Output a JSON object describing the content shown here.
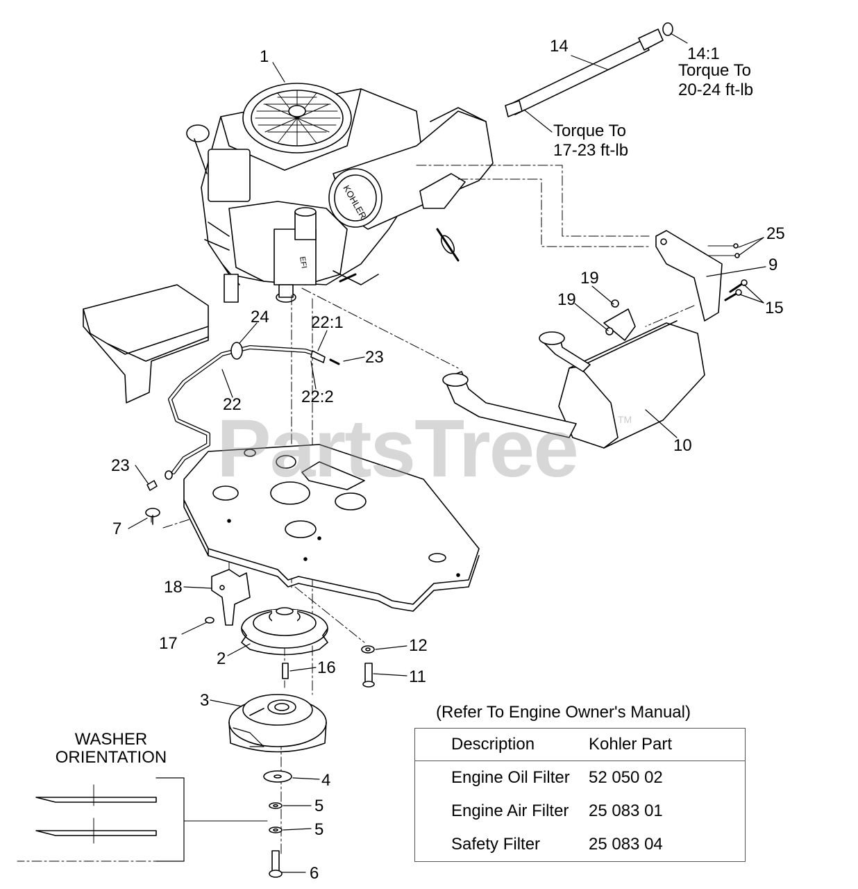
{
  "watermark": "PartsTree",
  "watermark_tm": "TM",
  "callouts": [
    {
      "id": "c1",
      "text": "1"
    },
    {
      "id": "c14",
      "text": "14"
    },
    {
      "id": "c14_1",
      "text": "14:1"
    },
    {
      "id": "c25",
      "text": "25"
    },
    {
      "id": "c9",
      "text": "9"
    },
    {
      "id": "c19a",
      "text": "19"
    },
    {
      "id": "c19b",
      "text": "19"
    },
    {
      "id": "c15",
      "text": "15"
    },
    {
      "id": "c24",
      "text": "24"
    },
    {
      "id": "c22_1",
      "text": "22:1"
    },
    {
      "id": "c23a",
      "text": "23"
    },
    {
      "id": "c22",
      "text": "22"
    },
    {
      "id": "c22_2",
      "text": "22:2"
    },
    {
      "id": "c10",
      "text": "10"
    },
    {
      "id": "c23b",
      "text": "23"
    },
    {
      "id": "c7",
      "text": "7"
    },
    {
      "id": "c18",
      "text": "18"
    },
    {
      "id": "c17",
      "text": "17"
    },
    {
      "id": "c2",
      "text": "2"
    },
    {
      "id": "c16",
      "text": "16"
    },
    {
      "id": "c12",
      "text": "12"
    },
    {
      "id": "c11",
      "text": "11"
    },
    {
      "id": "c3",
      "text": "3"
    },
    {
      "id": "c4",
      "text": "4"
    },
    {
      "id": "c5a",
      "text": "5"
    },
    {
      "id": "c5b",
      "text": "5"
    },
    {
      "id": "c6",
      "text": "6"
    }
  ],
  "notes": {
    "torque_top_line1": "Torque To",
    "torque_top_line2": "20-24 ft-lb",
    "torque_mid_line1": "Torque To",
    "torque_mid_line2": "17-23 ft-lb"
  },
  "washer_orientation": {
    "line1": "WASHER",
    "line2": "ORIENTATION"
  },
  "parts_table": {
    "caption": "(Refer To Engine Owner's Manual)",
    "headers": [
      "Description",
      "Kohler Part"
    ],
    "rows": [
      {
        "description": "Engine Oil Filter",
        "part": "52 050 02"
      },
      {
        "description": "Engine Air Filter",
        "part": "25 083 01"
      },
      {
        "description": "Safety Filter",
        "part": "25 083 04"
      }
    ]
  },
  "engine_brand_label": "KOHLER"
}
